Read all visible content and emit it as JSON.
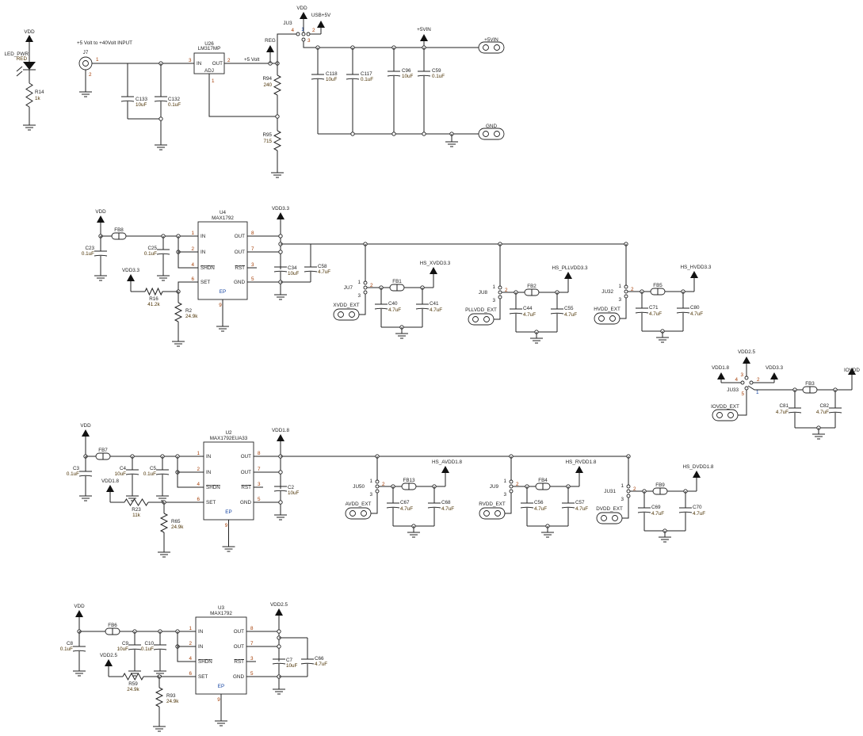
{
  "led": {
    "port": "VDD",
    "name": "LED_PWR",
    "color": "RED",
    "res_ref": "R14",
    "res_val": "1k"
  },
  "input": {
    "title": "+5 Volt  to +40Volt INPUT",
    "connector": "J7",
    "pin1": "1",
    "pin2": "2",
    "caps": [
      {
        "ref": "C133",
        "val": "10uF"
      },
      {
        "ref": "C132",
        "val": "0.1uF"
      }
    ]
  },
  "u26": {
    "ref": "U26",
    "part": "LM317MP",
    "pin_in": "IN",
    "pin_out": "OUT",
    "pin_adj": "ADJ",
    "num_in": "3",
    "num_out": "2",
    "num_adj": "1",
    "out_net": "+5 Volt",
    "reg_port": "REG",
    "r_top": {
      "ref": "R94",
      "val": "240"
    },
    "r_bot": {
      "ref": "R95",
      "val": "715"
    }
  },
  "ju3": {
    "ref": "JU3",
    "pins": [
      "1",
      "2",
      "3",
      "4"
    ],
    "vdd_port": "VDD",
    "usb_port": "USB+5V"
  },
  "bulk": {
    "port": "+5VIN",
    "pad_top": "+5VIN",
    "pad_bottom": "GND",
    "caps": [
      {
        "ref": "C118",
        "val": "10uF"
      },
      {
        "ref": "C117",
        "val": "0.1uF"
      },
      {
        "ref": "C96",
        "val": "10uF"
      },
      {
        "ref": "C59",
        "val": "0.1uF"
      }
    ]
  },
  "u4": {
    "ref": "U4",
    "part": "MAX1792",
    "vin_port": "VDD",
    "fb": "FB8",
    "c_pre": {
      "ref": "C23",
      "val": "0.1uF"
    },
    "c_post": [
      {
        "ref": "C25",
        "val": "0.1uF"
      }
    ],
    "pins_left": [
      {
        "num": "1",
        "name": "IN"
      },
      {
        "num": "2",
        "name": "IN"
      },
      {
        "num": "4",
        "name": "SHDN",
        "active_low": true
      },
      {
        "num": "6",
        "name": "SET"
      }
    ],
    "pins_right": [
      {
        "num": "8",
        "name": "OUT"
      },
      {
        "num": "7",
        "name": "OUT"
      },
      {
        "num": "3",
        "name": "RST",
        "active_low": true
      },
      {
        "num": "5",
        "name": "GND"
      }
    ],
    "ep": "EP",
    "ep_num": "9",
    "set_port": "VDD3.3",
    "r_set": {
      "ref": "R16",
      "val": "41.2k"
    },
    "r_gnd": {
      "ref": "R2",
      "val": "24.9k"
    },
    "out_port": "VDD3.3",
    "c_out": {
      "ref": "C34",
      "val": "10uF"
    },
    "c_extra": {
      "ref": "C58",
      "val": "4.7uF"
    }
  },
  "u4_channels": [
    {
      "jumper": "JU7",
      "pins": [
        "1",
        "2",
        "3"
      ],
      "fb": "FB1",
      "caps": [
        {
          "ref": "C40",
          "val": "4.7uF"
        },
        {
          "ref": "C41",
          "val": "4.7uF"
        }
      ],
      "port": "HS_XVDD3.3",
      "pad": "XVDD_EXT"
    },
    {
      "jumper": "JU8",
      "pins": [
        "1",
        "2",
        "3"
      ],
      "fb": "FB2",
      "caps": [
        {
          "ref": "C44",
          "val": "4.7uF"
        },
        {
          "ref": "C55",
          "val": "4.7uF"
        }
      ],
      "port": "HS_PLLVDD3.3",
      "pad": "PLLVDD_EXT"
    },
    {
      "jumper": "JU32",
      "pins": [
        "1",
        "2",
        "3"
      ],
      "fb": "FB5",
      "caps": [
        {
          "ref": "C71",
          "val": "4.7uF"
        },
        {
          "ref": "C80",
          "val": "4.7uF"
        }
      ],
      "port": "HS_HVDD3.3",
      "pad": "HVDD_EXT"
    }
  ],
  "ju33": {
    "ref": "JU33",
    "pins": [
      "1",
      "2",
      "3",
      "4",
      "5"
    ],
    "port_p2": "VDD3.3",
    "port_p3": "VDD2.5",
    "port_p4": "VDD1.8",
    "fb": "FB3",
    "caps": [
      {
        "ref": "C81",
        "val": "4.7uF"
      },
      {
        "ref": "C82",
        "val": "4.7uF"
      }
    ],
    "out_port": "IOVDD",
    "pad": "IOVDD_EXT"
  },
  "u2": {
    "ref": "U2",
    "part": "MAX1792EUA33",
    "vin_port": "VDD",
    "fb": "FB7",
    "c_pre": {
      "ref": "C3",
      "val": "0.1uF"
    },
    "c_post": [
      {
        "ref": "C4",
        "val": "10uF"
      },
      {
        "ref": "C5",
        "val": "0.1uF"
      }
    ],
    "pins_left": [
      {
        "num": "1",
        "name": "IN"
      },
      {
        "num": "2",
        "name": "IN"
      },
      {
        "num": "4",
        "name": "SHDN",
        "active_low": true
      },
      {
        "num": "6",
        "name": "SET"
      }
    ],
    "pins_right": [
      {
        "num": "8",
        "name": "OUT"
      },
      {
        "num": "7",
        "name": "OUT"
      },
      {
        "num": "3",
        "name": "RST",
        "active_low": true
      },
      {
        "num": "5",
        "name": "GND"
      }
    ],
    "ep": "EP",
    "ep_num": "9",
    "set_port": "VDD1.8",
    "r_set": {
      "ref": "R23",
      "val": "11k"
    },
    "r_gnd": {
      "ref": "R65",
      "val": "24.9k"
    },
    "out_port": "VDD1.8",
    "c_out": {
      "ref": "C2",
      "val": "10uF"
    }
  },
  "u2_channels": [
    {
      "jumper": "JU50",
      "pins": [
        "1",
        "2",
        "3"
      ],
      "fb": "FB13",
      "caps": [
        {
          "ref": "C67",
          "val": "4.7uF"
        },
        {
          "ref": "C68",
          "val": "4.7uF"
        }
      ],
      "port": "HS_AVDD1.8",
      "pad": "AVDD_EXT"
    },
    {
      "jumper": "JU9",
      "pins": [
        "1",
        "2",
        "3"
      ],
      "fb": "FB4",
      "caps": [
        {
          "ref": "C56",
          "val": "4.7uF"
        },
        {
          "ref": "C57",
          "val": "4.7uF"
        }
      ],
      "port": "HS_RVDD1.8",
      "pad": "RVDD_EXT"
    },
    {
      "jumper": "JU31",
      "pins": [
        "1",
        "2",
        "3"
      ],
      "fb": "FB9",
      "caps": [
        {
          "ref": "C69",
          "val": "4.7uF"
        },
        {
          "ref": "C70",
          "val": "4.7uF"
        }
      ],
      "port": "HS_DVDD1.8",
      "pad": "DVDD_EXT"
    }
  ],
  "u3": {
    "ref": "U3",
    "part": "MAX1792",
    "vin_port": "VDD",
    "fb": "FB6",
    "c_pre": {
      "ref": "C8",
      "val": "0.1uF"
    },
    "c_post": [
      {
        "ref": "C9",
        "val": "10uF"
      },
      {
        "ref": "C10",
        "val": "0.1uF"
      }
    ],
    "pins_left": [
      {
        "num": "1",
        "name": "IN"
      },
      {
        "num": "2",
        "name": "IN"
      },
      {
        "num": "4",
        "name": "SHDN",
        "active_low": true
      },
      {
        "num": "6",
        "name": "SET"
      }
    ],
    "pins_right": [
      {
        "num": "8",
        "name": "OUT"
      },
      {
        "num": "7",
        "name": "OUT"
      },
      {
        "num": "3",
        "name": "RST",
        "active_low": true
      },
      {
        "num": "5",
        "name": "GND"
      }
    ],
    "ep": "EP",
    "ep_num": "9",
    "set_port": "VDD2.5",
    "r_set": {
      "ref": "R59",
      "val": "24.9k"
    },
    "r_gnd": {
      "ref": "R93",
      "val": "24.9k"
    },
    "out_port": "VDD2.5",
    "c_out": {
      "ref": "C7",
      "val": "10uF"
    },
    "c_extra": {
      "ref": "C66",
      "val": "4.7uF"
    }
  }
}
